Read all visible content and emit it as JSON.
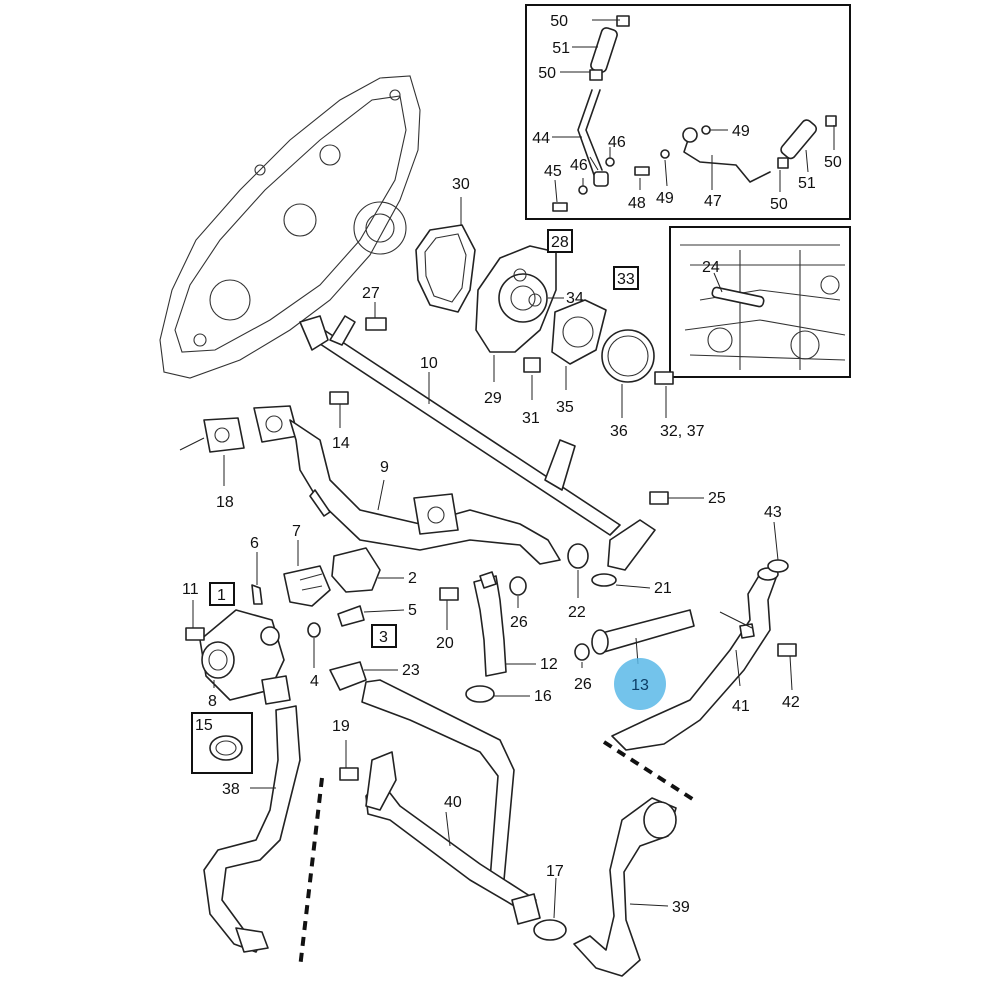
{
  "diagram": {
    "highlight_color": "#5bb8e8",
    "highlighted_part": "13",
    "labels": {
      "p1": "1",
      "p3": "3",
      "p4": "4",
      "p5": "5",
      "p6": "6",
      "p7": "7",
      "p8": "8",
      "p9": "9",
      "p10": "10",
      "p11": "11",
      "p12": "12",
      "p13": "13",
      "p14": "14",
      "p15": "15",
      "p16": "16",
      "p17": "17",
      "p18": "18",
      "p19": "19",
      "p20": "20",
      "p21": "21",
      "p22": "22",
      "p23": "23",
      "p24": "24",
      "p25": "25",
      "p26": "26",
      "p27": "27",
      "p28": "28",
      "p29": "29",
      "p30": "30",
      "p31": "31",
      "p32_37": "32, 37",
      "p33": "33",
      "p34": "34",
      "p35": "35",
      "p36": "36",
      "p38": "38",
      "p39": "39",
      "p40": "40",
      "p41": "41",
      "p42": "42",
      "p43": "43",
      "p44": "44",
      "p45": "45",
      "p46": "46",
      "p47": "47",
      "p48": "48",
      "p49": "49",
      "p50": "50",
      "p51": "51",
      "p2": "2"
    }
  }
}
